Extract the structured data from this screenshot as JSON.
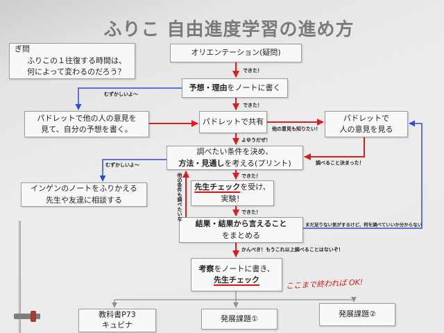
{
  "title": "ふりこ 自由進度学習の進め方",
  "question": {
    "label": "ぎ問",
    "line1": "ふりこの１往復する時間は、",
    "line2": "何によって変わるのだろう？"
  },
  "steps": {
    "orientation": "オリエンテーション(疑問)",
    "prediction": {
      "bold": "予想・理由",
      "rest": "をノートに書く"
    },
    "share": "パドレットで共有",
    "padlet_write": {
      "line1": "パドレットで他の人の意見を",
      "line2": "見て、自分の予想を書く。"
    },
    "padlet_view": {
      "line1": "パドレットで",
      "line2": "人の意見を見る"
    },
    "plan": {
      "line1": "調べたい条件を決め、",
      "line2_bold": "方法・見通し",
      "line2_rest": "を考える(プリント)"
    },
    "review": {
      "line1": "インゲンのノートをふりかえる",
      "line2": "先生や友達に相談する"
    },
    "experiment": {
      "line1_bold": "先生チェック",
      "line1_rest": "を受け、",
      "line2": "実験！"
    },
    "results": {
      "line1_bold": "結果・結果から言えること",
      "line2": "をまとめる"
    },
    "discussion": {
      "line1_bold": "考察",
      "line1_rest": "をノートに書き、",
      "line2_bold": "先生チェック"
    },
    "note_ok": "ここまで終われば OK!",
    "textbook": {
      "line1": "教科書P73",
      "line2": "キュビナ"
    },
    "advanced1": "発展課題①",
    "advanced2": "発展課題②"
  },
  "arrow_labels": {
    "done1": "できた！",
    "hard1": "むずかしいよ～",
    "done2": "できた！",
    "want_more": "他の意見も知りたい！",
    "easy": "よゆうだぜ！",
    "decided": "調べること決まった！",
    "hard2": "むずかしいよ～",
    "done3": "できた！",
    "other_conditions": "他の条件も調べたいな",
    "done4": "できた！",
    "not_enough": "まだ足りない気がするけど、何を調べていいか分からない",
    "perfect": "かんぺき！もうこれ以上調べることはないぞ！"
  },
  "colors": {
    "red": "#d81e1e",
    "blue": "#2d4ad8",
    "gray": "#8e8e8e",
    "underline": "#e01010"
  }
}
